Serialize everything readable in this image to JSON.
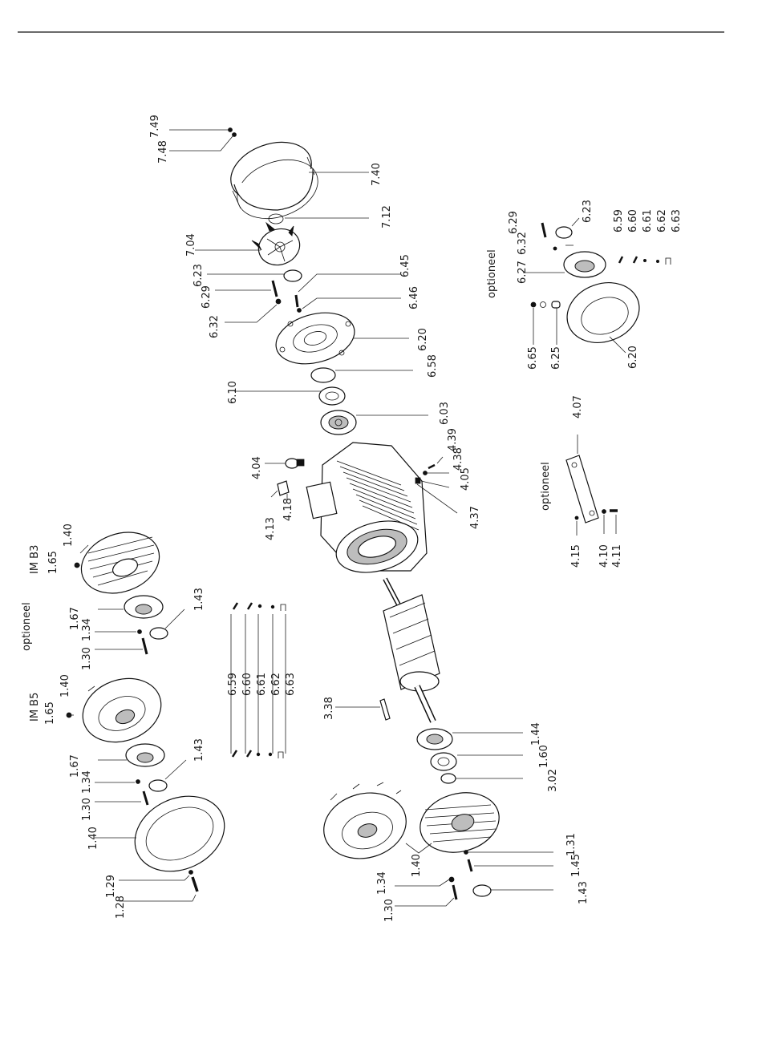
{
  "labels": {
    "n749": "7.49",
    "n748": "7.48",
    "n740": "7.40",
    "n712": "7.12",
    "n704": "7.04",
    "n623a": "6.23",
    "n629a": "6.29",
    "n632a": "6.32",
    "n645": "6.45",
    "n646": "6.46",
    "n620a": "6.20",
    "n658": "6.58",
    "n610": "6.10",
    "n603": "6.03",
    "n404": "4.04",
    "n439": "4.39",
    "n438": "4.38",
    "n405": "4.05",
    "n437": "4.37",
    "n413": "4.13",
    "n418": "4.18",
    "opt_r": "optioneel",
    "n629b": "6.29",
    "n623b": "6.23",
    "n632b": "6.32",
    "n627": "6.27",
    "n659a": "6.59",
    "n660a": "6.60",
    "n661a": "6.61",
    "n662a": "6.62",
    "n663a": "6.63",
    "n665": "6.65",
    "n625": "6.25",
    "n620b": "6.20",
    "opt_m": "optioneel",
    "n407": "4.07",
    "n415": "4.15",
    "n410": "4.10",
    "n411": "4.11",
    "imb3": "IM B3",
    "n140a": "1.40",
    "n165a": "1.65",
    "opt_l": "optioneel",
    "n167a": "1.67",
    "n143a": "1.43",
    "n134a": "1.34",
    "n130a": "1.30",
    "n659b": "6.59",
    "n660b": "6.60",
    "n661b": "6.61",
    "n662b": "6.62",
    "n663b": "6.63",
    "imb5": "IM B5",
    "n140b": "1.40",
    "n165b": "1.65",
    "n167b": "1.67",
    "n143b": "1.43",
    "n134b": "1.34",
    "n130b": "1.30",
    "n140c": "1.40",
    "n129": "1.29",
    "n128": "1.28",
    "n338": "3.38",
    "n144": "1.44",
    "n160": "1.60",
    "n302": "3.02",
    "n140d": "1.40",
    "n131": "1.31",
    "n145": "1.45",
    "n143c": "1.43",
    "n134c": "1.34",
    "n130c": "1.30"
  }
}
